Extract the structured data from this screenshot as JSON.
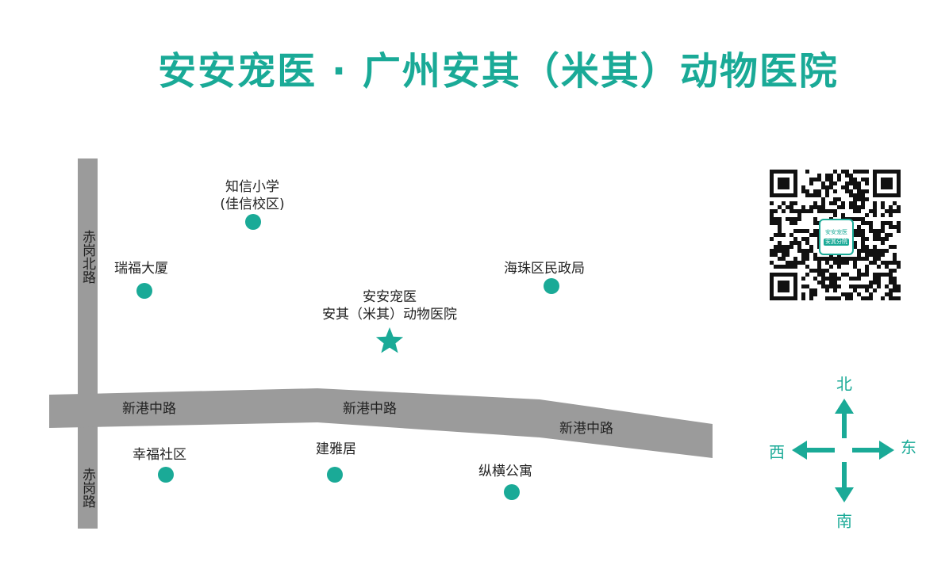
{
  "title": "安安宠医 · 广州安其（米其）动物医院",
  "colors": {
    "accent": "#1aaa97",
    "road": "#9b9b9b",
    "marker": "#1aaa97",
    "text": "#222222"
  },
  "roads": {
    "chigang_bei": "赤岗北路",
    "chigang": "赤岗路",
    "xingang_1": "新港中路",
    "xingang_2": "新港中路",
    "xingang_3": "新港中路"
  },
  "places": {
    "zhixin_line1": "知信小学",
    "zhixin_line2": "(佳信校区)",
    "ruifu": "瑞福大厦",
    "haizhu": "海珠区民政局",
    "hospital_line1": "安安宠医",
    "hospital_line2": "安其（米其）动物医院",
    "xingfu": "幸福社区",
    "jianya": "建雅居",
    "zongheng": "纵横公寓"
  },
  "compass": {
    "north": "北",
    "south": "南",
    "east": "东",
    "west": "西",
    "icon": "compass-arrows"
  },
  "qr": {
    "icon": "qr-code",
    "badge_top": "安安宠医",
    "badge_bottom": "安其分院"
  }
}
